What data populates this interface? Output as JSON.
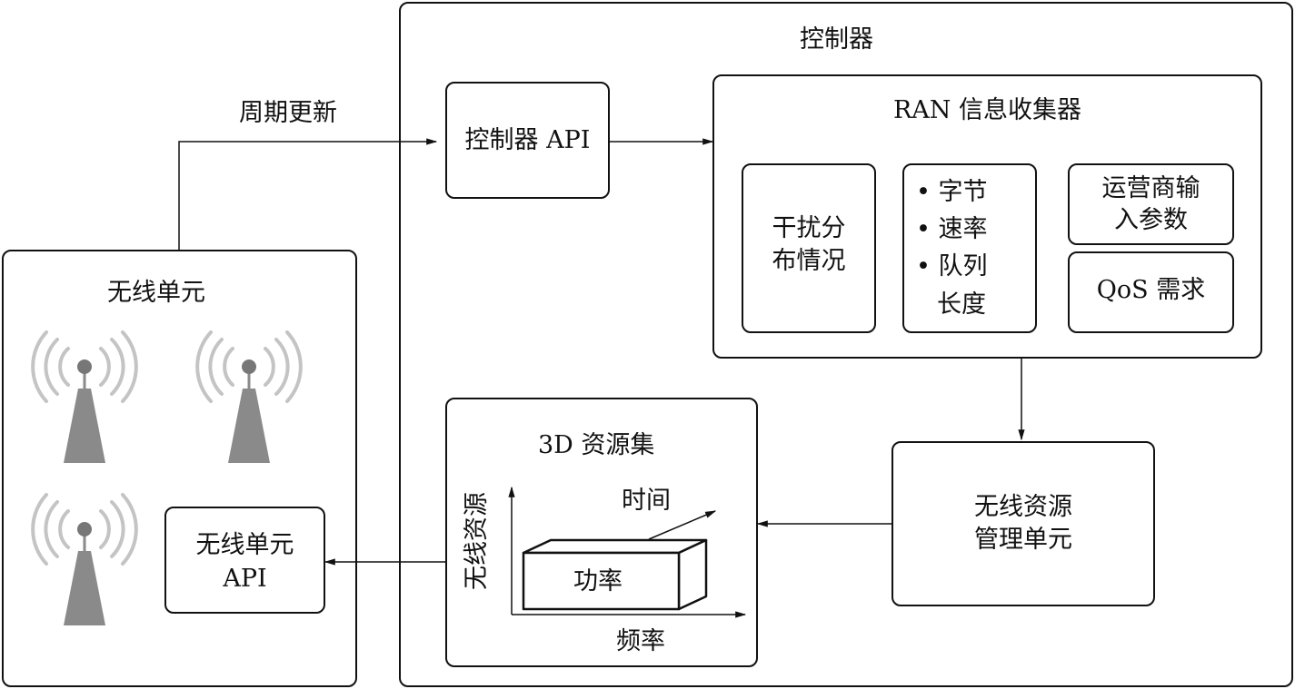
{
  "controller": {
    "title": "控制器",
    "api_label": "控制器 API"
  },
  "periodic_update": "周期更新",
  "ran_collector": {
    "title": "RAN 信息收集器",
    "interference": [
      "干扰分",
      "布情况"
    ],
    "stats_items": [
      "字节",
      "速率",
      "队列"
    ],
    "stats_continuation": "长度",
    "operator_input": [
      "运营商输",
      "入参数"
    ],
    "qos": "QoS 需求"
  },
  "radio_resource_mgmt": [
    "无线资源",
    "管理单元"
  ],
  "resource_set": {
    "title": "3D 资源集",
    "axis_vertical": "无线资源",
    "axis_time": "时间",
    "axis_frequency": "频率",
    "block_label": "功率"
  },
  "radio_unit": {
    "title": "无线单元",
    "api_label": [
      "无线单元",
      "API"
    ]
  },
  "icons": {
    "antenna": "radio-tower-icon",
    "bullet": "bullet-icon"
  },
  "colors": {
    "stroke": "#111111",
    "tower": "#8a8a8a",
    "wave": "#c4c4c4"
  }
}
